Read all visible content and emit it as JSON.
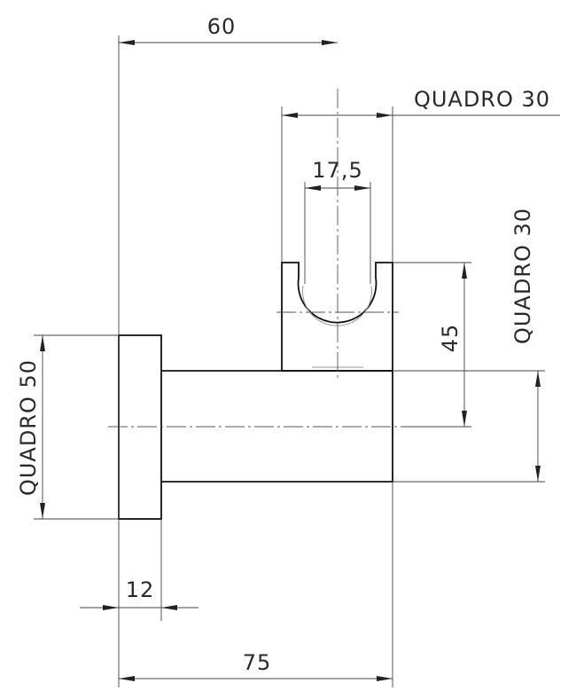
{
  "dimensions": {
    "overall_height": "60",
    "cup_width": "QUADRO 30",
    "cup_opening": "17,5",
    "cup_height": "QUADRO 30",
    "arm_offset": "45",
    "base_plate": "QUADRO 50",
    "base_thickness": "12",
    "overall_depth": "75"
  }
}
